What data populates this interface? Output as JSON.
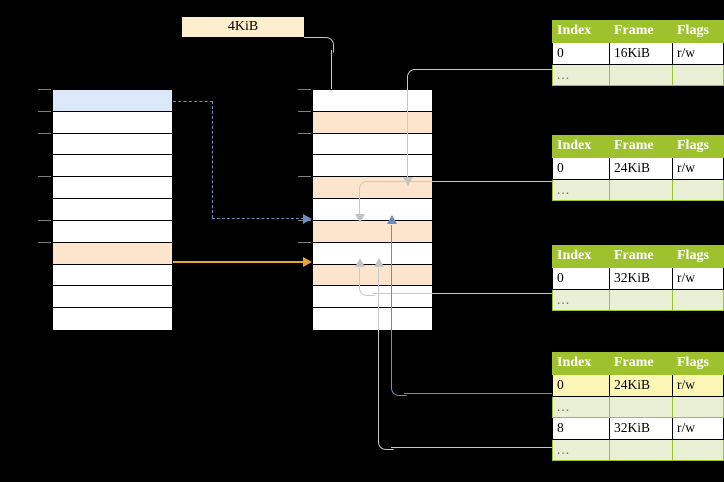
{
  "diagram": {
    "title_label": "4KiB",
    "page_tables": [
      {
        "name": "pml4-table",
        "headers": [
          "Index",
          "Frame",
          "Flags"
        ],
        "rows": [
          {
            "index": "0",
            "frame": "16KiB",
            "flags": "r/w",
            "ellipsis": false,
            "highlight": false
          },
          {
            "index": "...",
            "frame": "",
            "flags": "",
            "ellipsis": true,
            "highlight": false
          }
        ]
      },
      {
        "name": "pdp-table",
        "headers": [
          "Index",
          "Frame",
          "Flags"
        ],
        "rows": [
          {
            "index": "0",
            "frame": "24KiB",
            "flags": "r/w",
            "ellipsis": false,
            "highlight": false
          },
          {
            "index": "...",
            "frame": "",
            "flags": "",
            "ellipsis": true,
            "highlight": false
          }
        ]
      },
      {
        "name": "pd-table",
        "headers": [
          "Index",
          "Frame",
          "Flags"
        ],
        "rows": [
          {
            "index": "0",
            "frame": "32KiB",
            "flags": "r/w",
            "ellipsis": false,
            "highlight": false
          },
          {
            "index": "...",
            "frame": "",
            "flags": "",
            "ellipsis": true,
            "highlight": false
          }
        ]
      },
      {
        "name": "pt-table",
        "headers": [
          "Index",
          "Frame",
          "Flags"
        ],
        "rows": [
          {
            "index": "0",
            "frame": "24KiB",
            "flags": "r/w",
            "ellipsis": false,
            "highlight": true
          },
          {
            "index": "...",
            "frame": "",
            "flags": "",
            "ellipsis": true,
            "highlight": false
          },
          {
            "index": "8",
            "frame": "32KiB",
            "flags": "r/w",
            "ellipsis": false,
            "highlight": false
          },
          {
            "index": "...",
            "frame": "",
            "flags": "",
            "ellipsis": true,
            "highlight": false
          }
        ]
      }
    ],
    "virtual_memory": {
      "name": "virtual-address-space",
      "row_count": 11,
      "highlighted_rows": [
        {
          "row": 0,
          "color": "#dbe8fa"
        },
        {
          "row": 7,
          "color": "#fde5cd"
        }
      ]
    },
    "physical_memory": {
      "name": "physical-address-space",
      "row_count": 11,
      "highlighted_rows": [
        {
          "row": 1,
          "color": "#fde5cd"
        },
        {
          "row": 4,
          "color": "#fde5cd"
        },
        {
          "row": 6,
          "color": "#fde5cd"
        },
        {
          "row": 8,
          "color": "#fde5cd"
        }
      ]
    },
    "colors": {
      "header_green": "#9ec22e",
      "ellipsis_green": "#e9efd5",
      "highlight_yellow": "#fcf6b5",
      "peach": "#fde5cd",
      "blue_row": "#dbe8fa",
      "connector_gray": "#c8c8c8",
      "connector_blue": "#6c8ebf",
      "connector_orange": "#e8a33d",
      "label_cream": "#fdeecd"
    }
  }
}
